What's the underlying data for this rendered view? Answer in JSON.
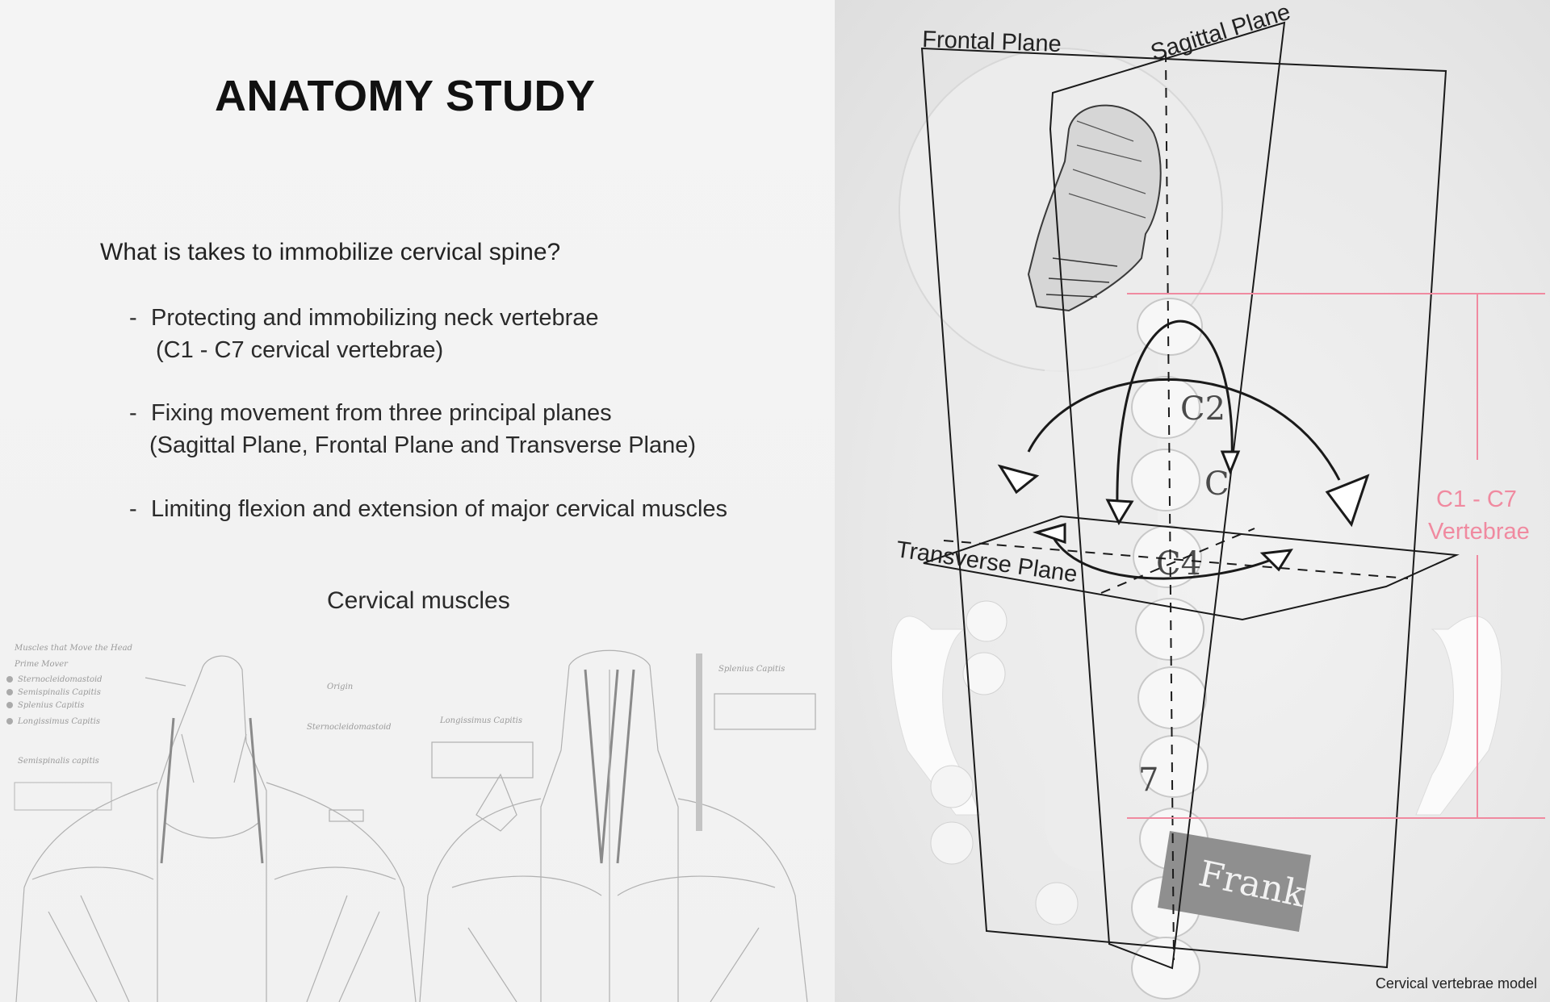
{
  "title": "ANATOMY STUDY",
  "question": "What is takes to immobilize cervical spine?",
  "bullets": [
    {
      "dash": "-",
      "text": "Protecting and immobilizing neck vertebrae",
      "sub": "(C1 - C7 cervical vertebrae)"
    },
    {
      "dash": "-",
      "text": "Fixing movement from three principal planes",
      "sub": "(Sagittal Plane, Frontal Plane and Transverse Plane)"
    },
    {
      "dash": "-",
      "text": "Limiting flexion and extension of major cervical muscles"
    }
  ],
  "sketch": {
    "heading": "Cervical muscles",
    "notes": {
      "muscles_that_move_head": "Muscles that Move the Head",
      "prime_mover": "Prime Mover",
      "list": [
        "Sternocleidomastoid",
        "Semispinalis Capitis",
        "Splenius Capitis",
        "Longissimus Capitis"
      ],
      "semispinalis": "Semispinalis capitis",
      "sternocleidomastoid": "Sternocleidomastoid",
      "origin": "Origin",
      "splenius": "Splenius Capitis",
      "longissimus": "Longissimus Capitis"
    }
  },
  "diagram": {
    "planes": {
      "frontal": "Frontal Plane",
      "sagittal": "Sagittal Plane",
      "transverse": "Transverse Plane"
    },
    "vertebrae_labels": [
      "C2",
      "C",
      "C4",
      "7"
    ],
    "range_label_line1": "C1 - C7",
    "range_label_line2": "Vertebrae",
    "tag_text": "Frank",
    "caption": "Cervical vertebrae model",
    "colors": {
      "accent": "#f08aa0",
      "lines": "#1a1a1a"
    }
  }
}
